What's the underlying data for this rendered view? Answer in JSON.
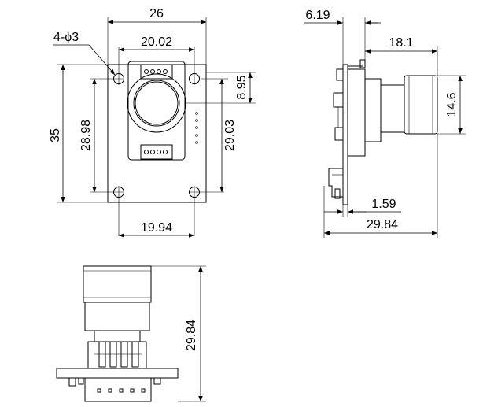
{
  "drawing": {
    "hole_note": "4-ϕ3",
    "front_view": {
      "board_width": "26",
      "hole_spacing_top": "20.02",
      "hole_spacing_bottom": "19.94",
      "board_height": "35",
      "hole_spacing_left": "28.98",
      "hole_spacing_right": "29.03",
      "lens_offset": "8.95"
    },
    "side_view": {
      "lens_length": "18.1",
      "board_offset": "6.19",
      "lens_diameter": "14.6",
      "board_thickness": "1.59",
      "total_depth": "29.84"
    },
    "bottom_view": {
      "total_height": "29.84"
    }
  }
}
